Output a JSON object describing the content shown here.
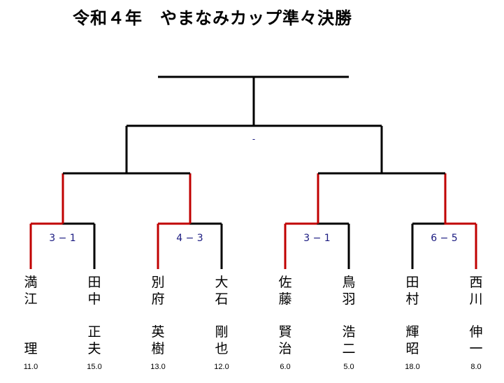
{
  "title": "令和４年　やまなみカップ準々決勝",
  "final_score": "-",
  "matches": [
    {
      "score": "3 − 1"
    },
    {
      "score": "4 − 3"
    },
    {
      "score": "3 − 1"
    },
    {
      "score": "6 − 5"
    }
  ],
  "players": [
    {
      "family": "満江",
      "given": "理",
      "handicap": "11.0"
    },
    {
      "family": "田中",
      "given": "正夫",
      "handicap": "15.0"
    },
    {
      "family": "別府",
      "given": "英樹",
      "handicap": "13.0"
    },
    {
      "family": "大石",
      "given": "剛也",
      "handicap": "12.0"
    },
    {
      "family": "佐藤",
      "given": "賢治",
      "handicap": "6.0"
    },
    {
      "family": "鳥羽",
      "given": "浩二",
      "handicap": "5.0"
    },
    {
      "family": "田村",
      "given": "輝昭",
      "handicap": "18.0"
    },
    {
      "family": "西川",
      "given": "伸一",
      "handicap": "8.0"
    }
  ],
  "colors": {
    "winner_line": "#c00000",
    "line": "#000000",
    "score_text": "#1a1a80"
  }
}
